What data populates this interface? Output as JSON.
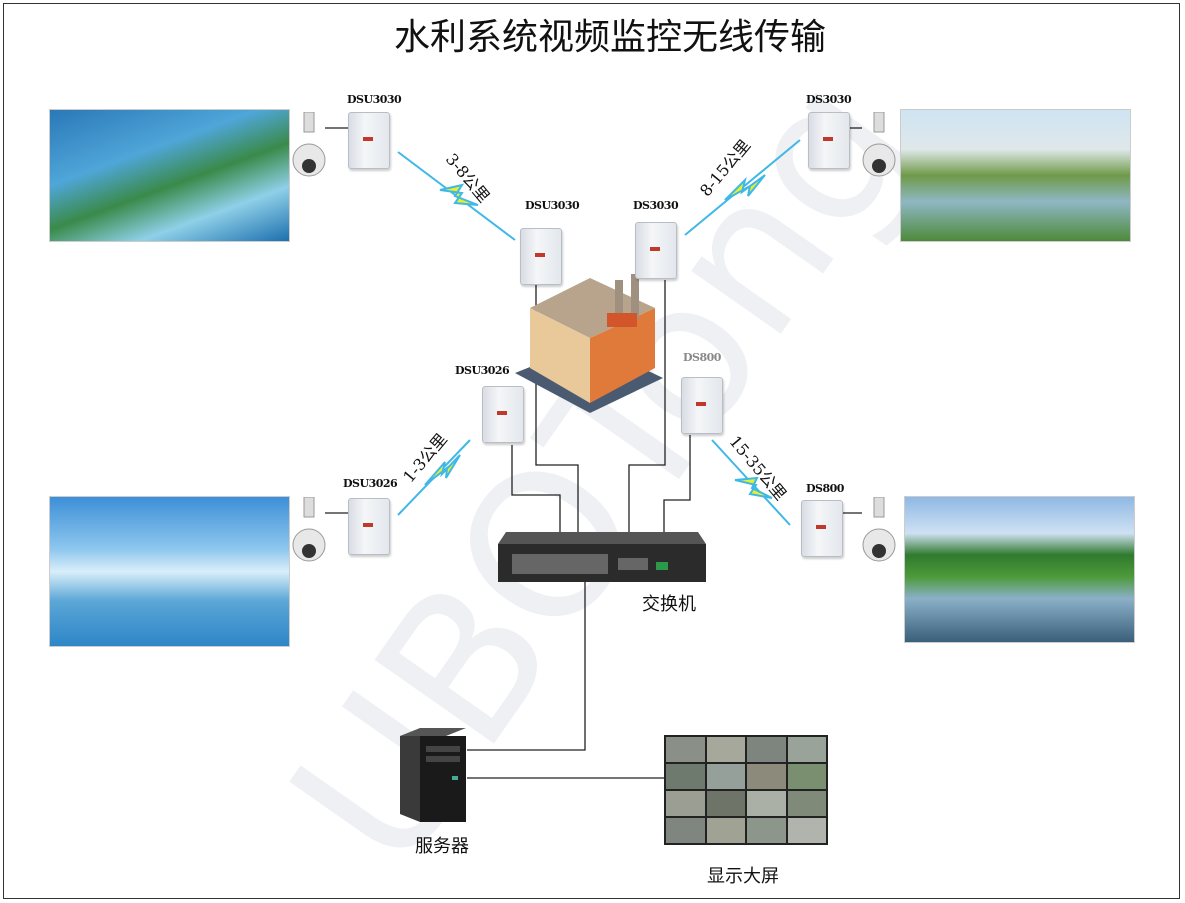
{
  "title": "水利系统视频监控无线传输",
  "watermark": "UBOTong",
  "devices": {
    "top_left": "DSU3030",
    "top_right": "DS3030",
    "center_left": "DSU3030",
    "center_right": "DS3030",
    "mid_left": "DSU3026",
    "mid_right": "DS800",
    "bottom_left": "DSU3026",
    "bottom_right": "DS800"
  },
  "links": {
    "top_left": "3-8公里",
    "top_right": "8-15公里",
    "bottom_left": "1-3公里",
    "bottom_right": "15-35公里"
  },
  "switch_label": "交换机",
  "server_label": "服务器",
  "screen_label": "显示大屏",
  "colors": {
    "link_blue": "#3fb8e8",
    "bolt_yellow": "#e8f02a",
    "wire": "#222222"
  }
}
